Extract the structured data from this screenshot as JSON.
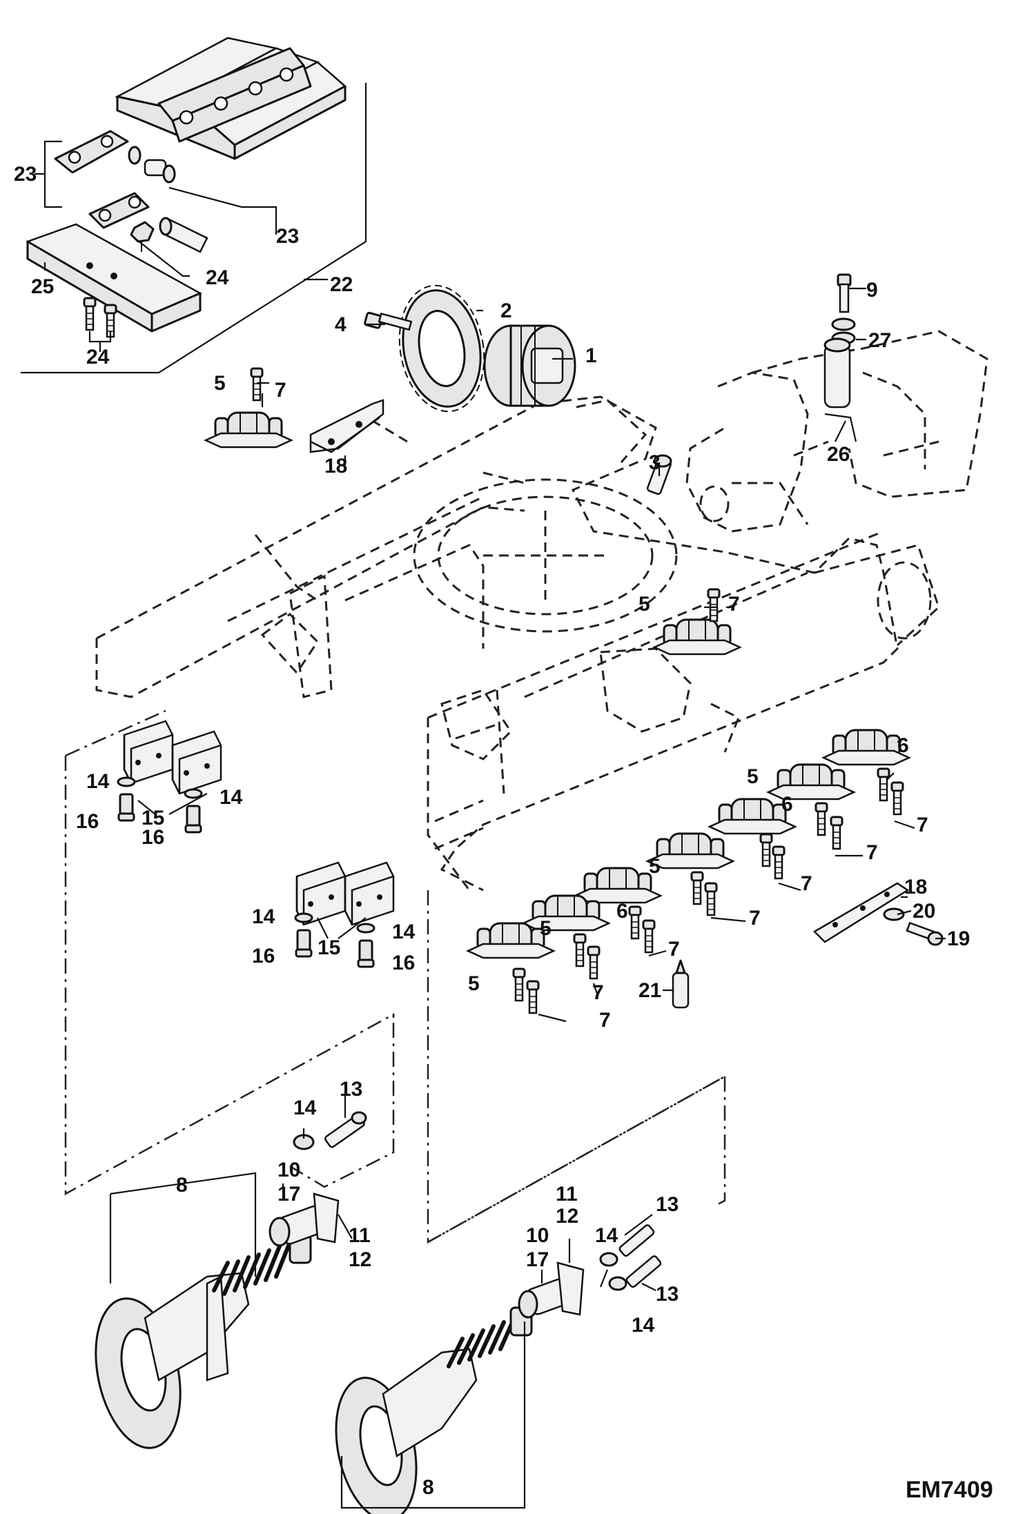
{
  "drawing_code": "EM7409",
  "callouts": {
    "c1": "1",
    "c2": "2",
    "c3": "3",
    "c4": "4",
    "c5": "5",
    "c6": "6",
    "c7": "7",
    "c8": "8",
    "c9": "9",
    "c10": "10",
    "c11": "11",
    "c12": "12",
    "c13": "13",
    "c14": "14",
    "c15": "15",
    "c16": "16",
    "c17": "17",
    "c18": "18",
    "c19": "19",
    "c20": "20",
    "c21": "21",
    "c22": "22",
    "c23": "23",
    "c24": "24",
    "c25": "25",
    "c26": "26",
    "c27": "27"
  }
}
